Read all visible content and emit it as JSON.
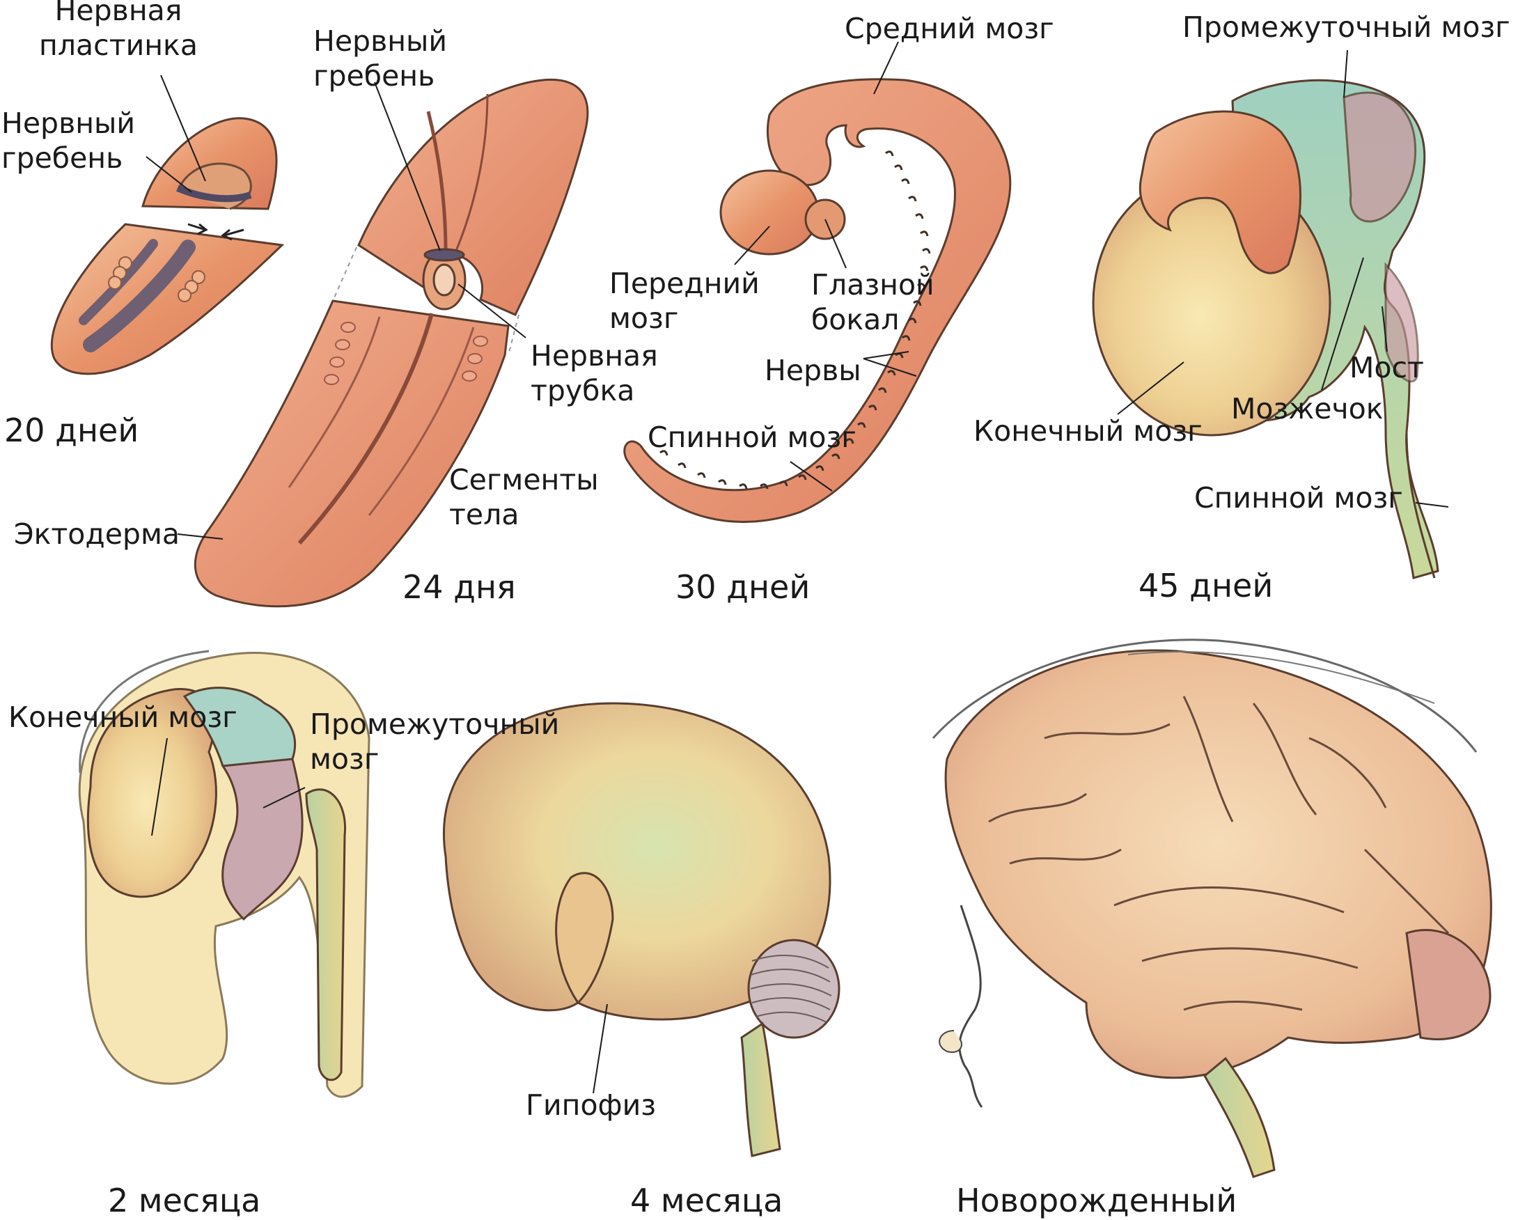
{
  "stages": [
    {
      "caption": "20 дней",
      "labels": {
        "neural_plate": "Нервная\nпластинка",
        "neural_crest": "Нервный\nгребень"
      }
    },
    {
      "caption": "24 дня",
      "labels": {
        "neural_crest": "Нервный\nгребень",
        "neural_tube": "Нервная\nтрубка",
        "body_segments": "Сегменты\nтела",
        "ectoderm": "Эктодерма"
      }
    },
    {
      "caption": "30 дней",
      "labels": {
        "midbrain": "Средний мозг",
        "forebrain": "Передний\nмозг",
        "optic_cup": "Глазной\nбокал",
        "nerves": "Нервы",
        "spinal_cord": "Спинной мозг"
      }
    },
    {
      "caption": "45 дней",
      "labels": {
        "diencephalon": "Промежуточный мозг",
        "pons": "Мост",
        "cerebellum": "Мозжечок",
        "telencephalon": "Конечный мозг",
        "spinal_cord": "Спинной мозг"
      }
    },
    {
      "caption": "2 месяца",
      "labels": {
        "telencephalon": "Конечный мозг",
        "diencephalon": "Промежуточный\nмозг"
      }
    },
    {
      "caption": "4 месяца",
      "labels": {
        "pituitary": "Гипофиз"
      }
    },
    {
      "caption": "Новорожденный",
      "labels": {}
    }
  ],
  "colors": {
    "embryo_orange": "#e8946a",
    "embryo_light": "#f3c29c",
    "neural_dark": "#6f5f72",
    "brain_yellow": "#eed394",
    "brain_teal": "#9fc9b8",
    "brain_mauve": "#c99aa2",
    "outline": "#4a3a30"
  }
}
